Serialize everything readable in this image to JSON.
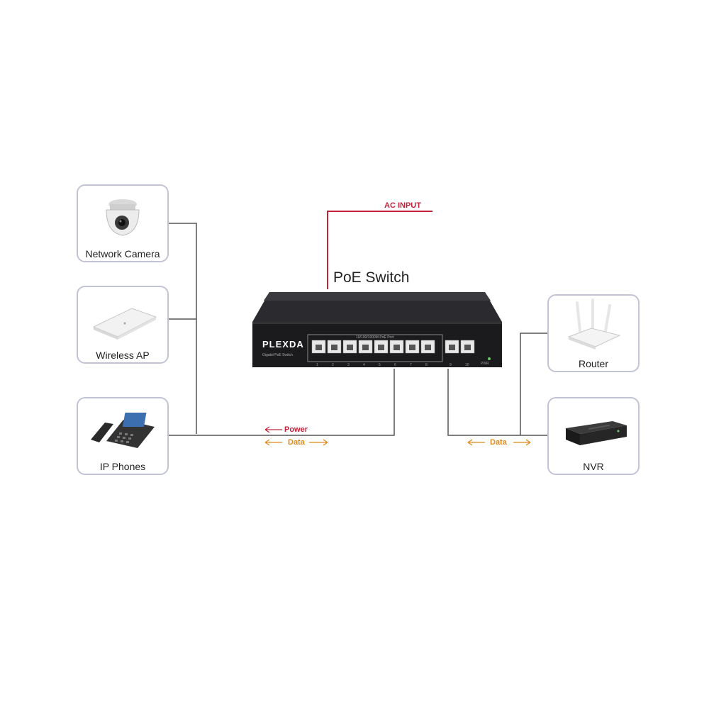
{
  "diagram": {
    "title": "PoE Switch",
    "ac_input": "AC INPUT",
    "power_label": "Power",
    "data_label_left": "Data",
    "data_label_right": "Data",
    "brand": "PLEXDA",
    "switch_model_text": "Gigabit PoE Switch",
    "port_group_text": "10/100/1000M PoE Port",
    "port_labels": [
      "1",
      "2",
      "3",
      "4",
      "5",
      "6",
      "7",
      "8",
      "9",
      "10"
    ],
    "power_led_label": "PWR",
    "colors": {
      "card_border": "#c2c4d6",
      "wire": "#555555",
      "ac_wire": "#c0243b",
      "power": "#c0243b",
      "data": "#e08a1e",
      "switch_body": "#1f1f22"
    }
  },
  "devices": {
    "left": [
      {
        "label": "Network Camera",
        "icon": "dome-camera-icon"
      },
      {
        "label": "Wireless AP",
        "icon": "wireless-ap-icon"
      },
      {
        "label": "IP Phones",
        "icon": "ip-phone-icon"
      }
    ],
    "right": [
      {
        "label": "Router",
        "icon": "router-icon"
      },
      {
        "label": "NVR",
        "icon": "nvr-icon"
      }
    ]
  }
}
